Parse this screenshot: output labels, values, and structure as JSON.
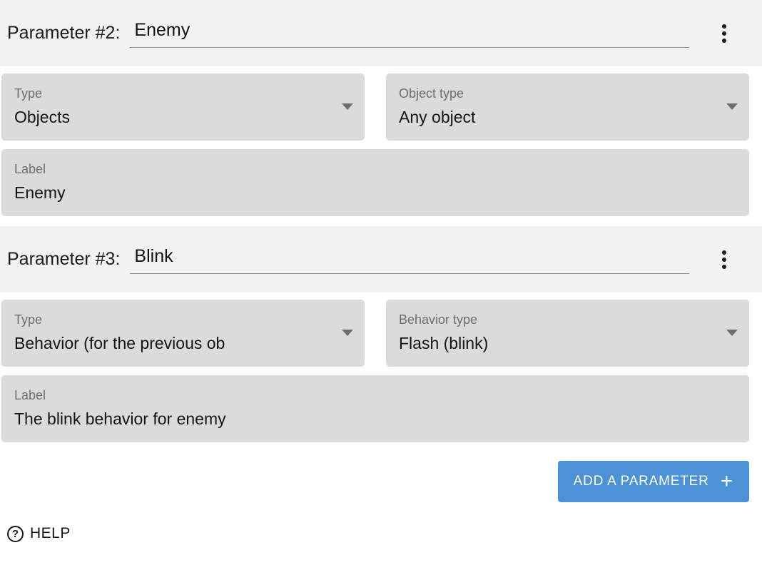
{
  "colors": {
    "accent": "#4b93d6",
    "header_bg": "#f2f2f2",
    "field_bg": "#dbdbdb"
  },
  "parameters": [
    {
      "title": "Parameter #2:",
      "name": "Enemy",
      "type_field": {
        "label": "Type",
        "value": "Objects"
      },
      "subtype_field": {
        "label": "Object type",
        "value": "Any object"
      },
      "label_field": {
        "label": "Label",
        "value": "Enemy"
      }
    },
    {
      "title": "Parameter #3:",
      "name": "Blink",
      "type_field": {
        "label": "Type",
        "value": "Behavior (for the previous ob"
      },
      "subtype_field": {
        "label": "Behavior type",
        "value": "Flash (blink)"
      },
      "label_field": {
        "label": "Label",
        "value": "The blink behavior for enemy"
      }
    }
  ],
  "footer": {
    "add_button_label": "ADD A PARAMETER",
    "add_button_icon": "+",
    "help_label": "HELP",
    "help_icon": "?"
  }
}
